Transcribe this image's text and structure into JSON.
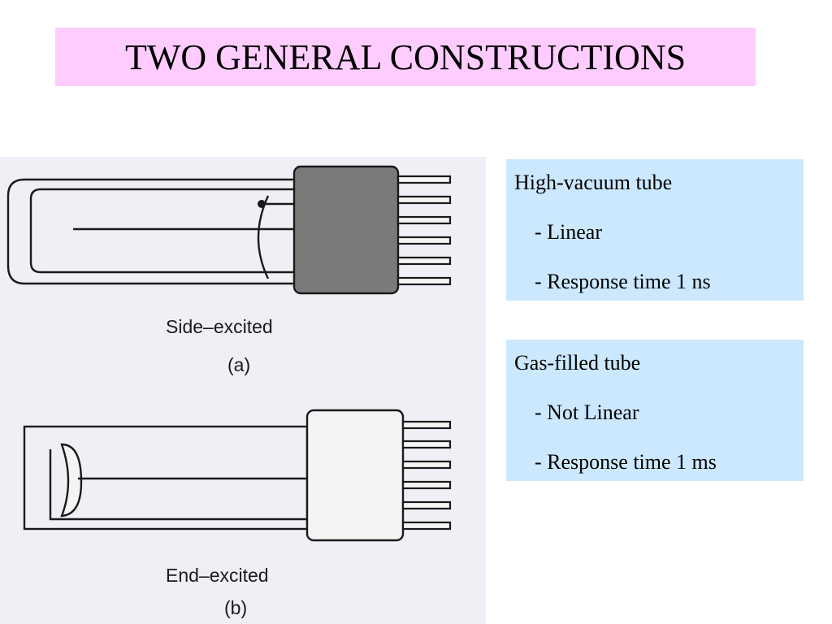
{
  "title": "TWO GENERAL CONSTRUCTIONS",
  "figure": {
    "top_caption": "Side–excited",
    "top_letter": "(a)",
    "bottom_caption": "End–excited",
    "bottom_letter": "(b)"
  },
  "boxes": [
    {
      "heading": "High-vacuum tube",
      "items": [
        "- Linear",
        "- Response time 1 ns"
      ]
    },
    {
      "heading": "Gas-filled tube",
      "items": [
        "- Not Linear",
        "- Response time 1 ms"
      ]
    }
  ],
  "colors": {
    "title_bg": "#ffccff",
    "box_bg": "#cce8ff",
    "figure_bg": "#eef0f5"
  }
}
